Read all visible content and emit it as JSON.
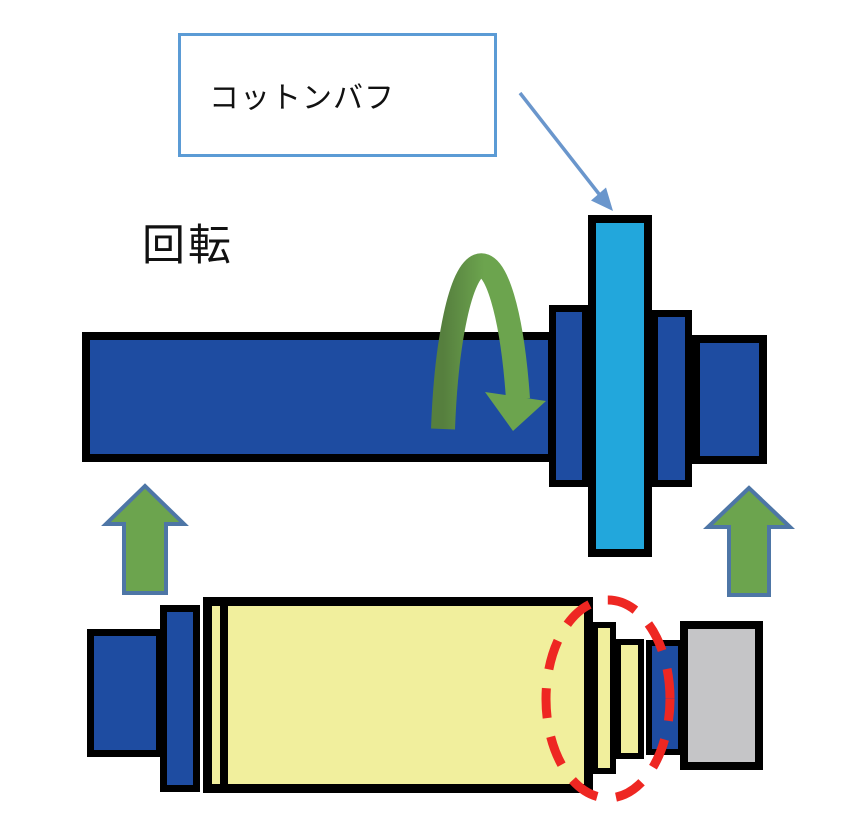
{
  "labels": {
    "buff_label": "コットンバフ",
    "rotation_label": "回転"
  },
  "colors": {
    "background": "#FFFFFF",
    "outline": "#000000",
    "dark_blue": "#1E4CA1",
    "cyan": "#22A7DC",
    "yellow": "#F1EF9D",
    "gray": "#C5C5C7",
    "green": "#6CA44E",
    "green_dark": "#567F3E",
    "steel_blue": "#4E76A6",
    "annotation_blue": "#6A96CC",
    "box_border": "#5B9BD5",
    "red": "#EE2722"
  },
  "diagram": {
    "parts": [
      "buff-label-callout",
      "pointer-arrow",
      "rotation-arc-arrow",
      "upper-shaft",
      "upper-shaft-right-segment",
      "upper-left-flange",
      "upper-right-flange",
      "cotton-buff-wheel",
      "lift-arrow-left",
      "lift-arrow-right",
      "lower-left-stub",
      "lower-left-flange",
      "lower-yellow-cylinder",
      "lower-step-large",
      "lower-step-small",
      "lower-blue-segment",
      "lower-gray-block",
      "highlight-ellipse"
    ]
  }
}
